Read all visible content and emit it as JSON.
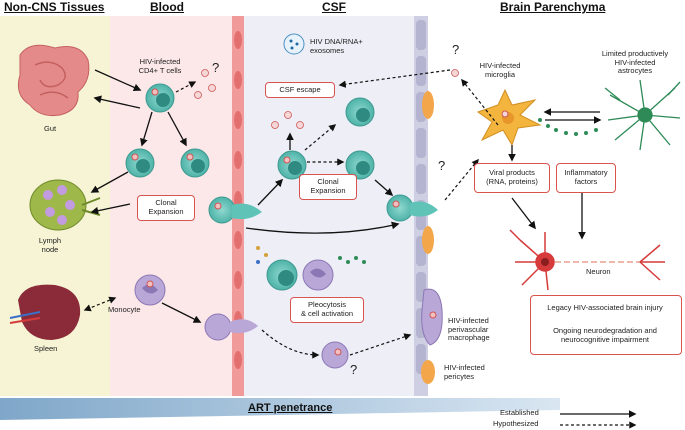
{
  "headers": {
    "non_cns": "Non-CNS Tissues",
    "blood": "Blood",
    "csf": "CSF",
    "parenchyma": "Brain Parenchyma"
  },
  "labels": {
    "gut": "Gut",
    "lymph": "Lymph\nnode",
    "spleen": "Spleen",
    "tcells": "HIV-infected\nCD4+ T cells",
    "monocyte": "Monocyte",
    "exosomes": "HIV DNA/RNA+\nexosomes",
    "microglia": "HIV-infected\nmicroglia",
    "astrocytes": "Limited productively\nHIV-infected\nastrocytes",
    "neuron": "Neuron",
    "macrophage": "HIV-infected\nperivascular\nmacrophage",
    "pericytes": "HIV-infected\npericytes"
  },
  "boxes": {
    "clonal_blood": "Clonal\nExpansion",
    "csf_escape": "CSF escape",
    "clonal_csf": "Clonal\nExpansion",
    "viral_products": "Viral products\n(RNA, proteins)",
    "inflammatory": "Inflammatory\nfactors",
    "pleocytosis": "Pleocytosis\n& cell activation",
    "legacy": "Legacy HIV-associated brain injury",
    "ongoing": "Ongoing neurodegradation and\nneurocognitive impairment"
  },
  "question_mark": "?",
  "art_label": "ART penetrance",
  "legend": {
    "established": "Established",
    "hypothesized": "Hypothesized"
  },
  "colors": {
    "non_cns_bg": "#f6f4d4",
    "blood_bg": "#fce8e8",
    "csf_bg": "#eeeef7",
    "box_border": "#d9534f",
    "tcell": "#5fc3b8",
    "monocyte": "#b9a7d8",
    "microglia": "#f3b53d",
    "astrocyte": "#2e8b57",
    "neuron": "#d63a3a"
  }
}
